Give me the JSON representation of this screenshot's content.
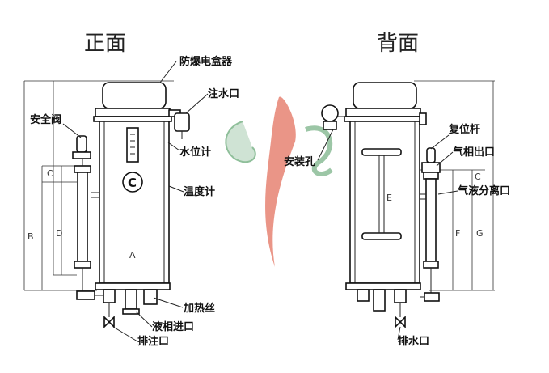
{
  "titles": {
    "front": "正面",
    "back": "背面"
  },
  "front_labels": {
    "explosion_box": "防爆电盒器",
    "water_inlet": "注水口",
    "safety_valve": "安全阀",
    "water_gauge": "水位计",
    "thermometer": "温度计",
    "heater_wire": "加热丝",
    "liquid_inlet": "液相进口",
    "drain_inlet": "排注口"
  },
  "back_labels": {
    "mount_hole": "安装孔",
    "reset_rod": "复位杆",
    "gas_outlet": "气相出口",
    "gas_liquid_outlet": "气液分离口",
    "drain": "排水口"
  },
  "dimension_letters": {
    "a": "A",
    "b": "B",
    "c": "C",
    "d": "D",
    "e": "E",
    "f": "F",
    "g": "G"
  },
  "badge_letter": "C"
}
